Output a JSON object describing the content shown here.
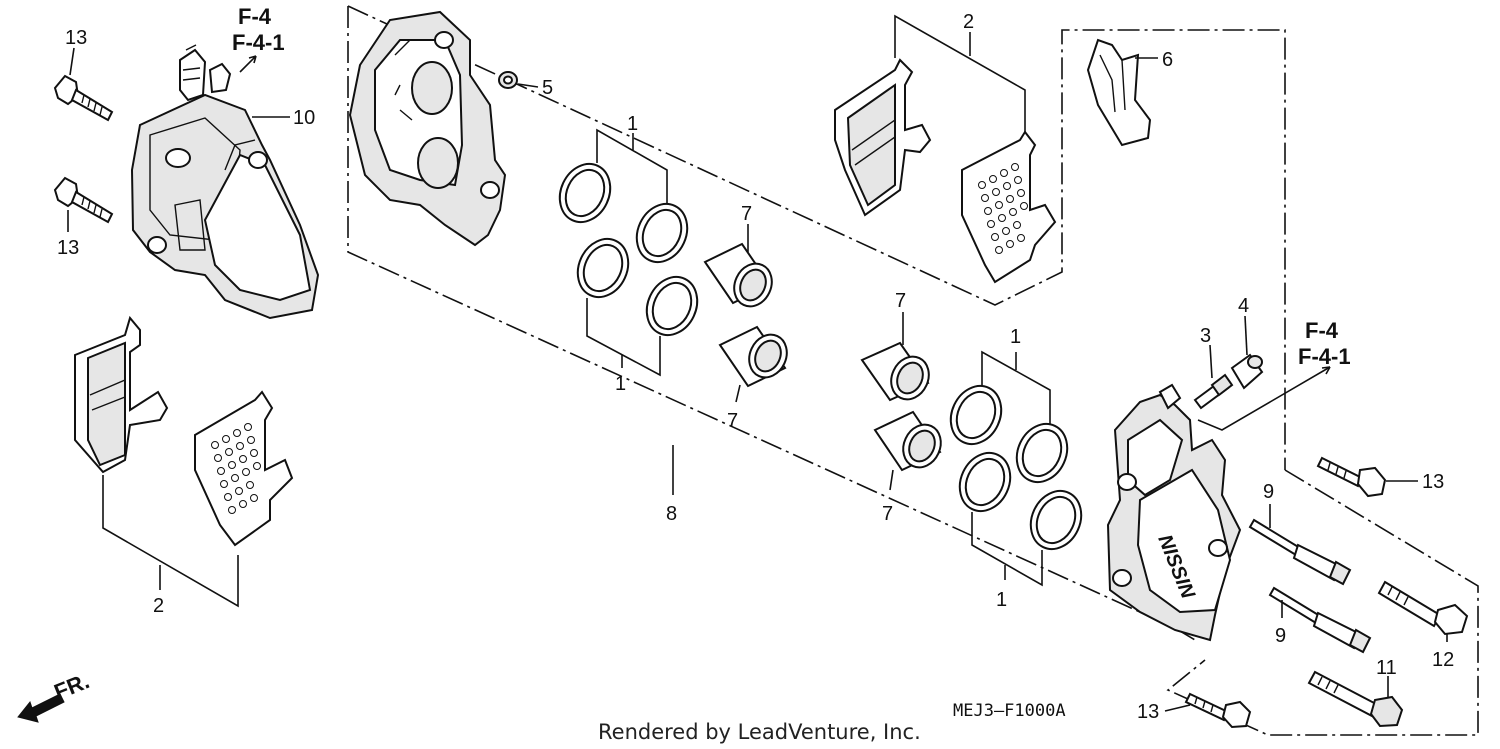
{
  "diagram": {
    "callouts": {
      "n1_a": "1",
      "n1_b": "1",
      "n1_c": "1",
      "n1_d": "1",
      "n2_a": "2",
      "n2_b": "2",
      "n3": "3",
      "n4": "4",
      "n5": "5",
      "n6": "6",
      "n7_a": "7",
      "n7_b": "7",
      "n7_c": "7",
      "n7_d": "7",
      "n8": "8",
      "n9_a": "9",
      "n9_b": "9",
      "n10": "10",
      "n11": "11",
      "n12": "12",
      "n13_a": "13",
      "n13_b": "13",
      "n13_c": "13",
      "n13_d": "13"
    },
    "refs": {
      "left_f4": "F-4",
      "left_f41": "F-4-1",
      "right_f4": "F-4",
      "right_f41": "F-4-1"
    },
    "front_marker": "FR.",
    "diagram_code": "MEJ3—F1000A",
    "credit": "Rendered by LeadVenture, Inc.",
    "caliper_brand": "NISSIN"
  }
}
